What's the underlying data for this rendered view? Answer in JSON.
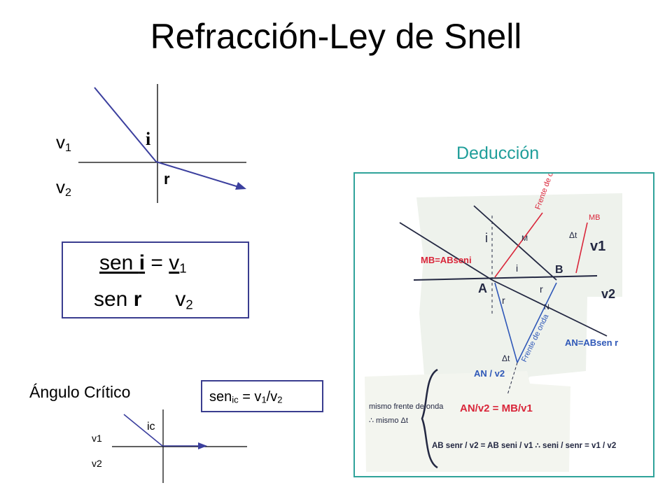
{
  "title": "Refracción-Ley de Snell",
  "refraction": {
    "v1": "v",
    "v1_sub": "1",
    "v2": "v",
    "v2_sub": "2",
    "angle_i": "i",
    "angle_r": "r"
  },
  "snell_formula": {
    "num_sen": "sen ",
    "num_angle": "i",
    "equals": " = ",
    "num_v": "v",
    "num_v_sub": "1",
    "den_sen": "sen ",
    "den_angle": "r",
    "den_v": "v",
    "den_v_sub": "2"
  },
  "deduction_label": "Deducción",
  "critical": {
    "label": "Ángulo Crítico",
    "formula_sen": "sen",
    "formula_sub": "ic",
    "formula_eq": " = v",
    "formula_v1_sub": "1",
    "formula_slash": "/v",
    "formula_v2_sub": "2",
    "angle_label": "ic",
    "v1_label": "v1",
    "v2_label": "v2"
  },
  "handwritten_notes": {
    "frente_de_onda_1": "Frente de onda",
    "mb": "MB",
    "dt_top": "Δt",
    "v1": "v1",
    "i_left": "i",
    "mb_eq": "MB=ABseni",
    "m": "M",
    "i_mid": "i",
    "b": "B",
    "a": "A",
    "r_mid": "r",
    "v2": "v2",
    "r_low": "r",
    "n": "N",
    "frente_de_onda_2": "Frente de onda",
    "an_eq": "AN=ABsen r",
    "dt_bottom": "Δt",
    "an_over_v2": "AN / v2",
    "mismo_frente": "mismo frente de onda",
    "mismo_dt": "∴ mismo Δt",
    "an_v2_eq": "AN/v2 = MB/v1",
    "final_eq": "AB senr / v2 = AB seni / v1 ∴ seni / senr = v1 / v2"
  },
  "colors": {
    "box_border": "#3a3d8f",
    "ray": "#3b3f9e",
    "deduction_label": "#1f9e9a",
    "frame": "#2fa39a",
    "note_red": "#d9263a",
    "note_blue": "#2f58b8"
  }
}
